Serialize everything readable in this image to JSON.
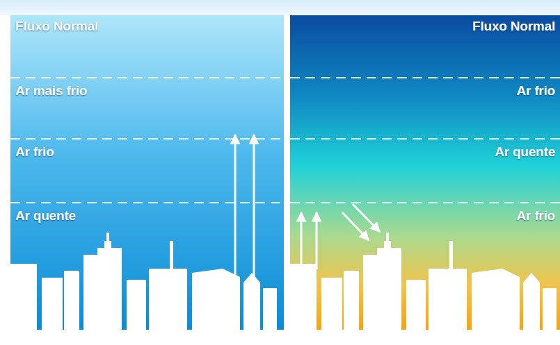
{
  "diagram": {
    "nodes": [
      {
        "text": [
          "Fluxo Normal"
        ]
      },
      {
        "text": [
          "Ar mais frio"
        ]
      },
      {
        "text": [
          "Ar frio"
        ]
      },
      {
        "text": [
          "Ar quente"
        ]
      },
      {
        "text": [
          "Fluxo Normal"
        ]
      },
      {
        "text": [
          "Ar frio"
        ]
      },
      {
        "text": [
          "Ar quente"
        ]
      },
      {
        "text": [
          "Ar frio"
        ]
      }
    ]
  }
}
